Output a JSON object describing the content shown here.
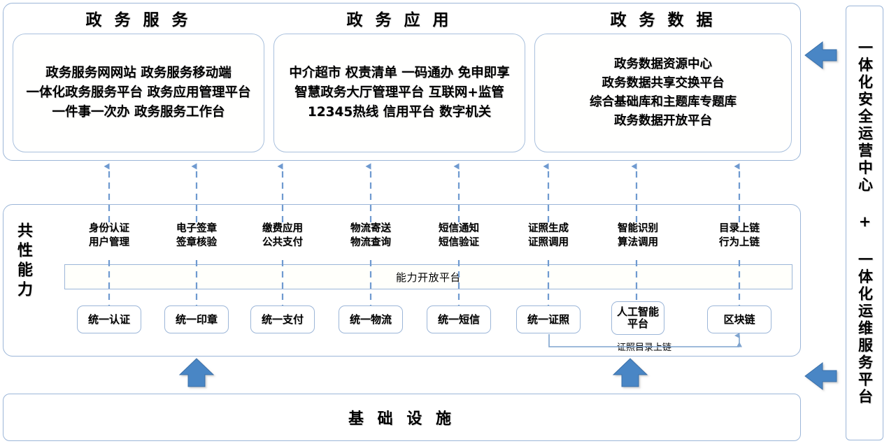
{
  "diagram": {
    "title": "政务一体化平台总体架构",
    "accent": "#4a86c5",
    "line_color": "#9cb6d8",
    "dash_color": "#6f9ad0"
  },
  "pillars": [
    {
      "title": "政 务 服 务",
      "lines": [
        "政务服务网网站 政务服务移动端",
        "一体化政务服务平台 政务应用管理平台",
        "一件事一次办 政务服务工作台"
      ]
    },
    {
      "title": "政 务 应 用",
      "lines": [
        "中介超市 权责清单 一码通办 免申即享",
        "智慧政务大厅管理平台 互联网+监管",
        "12345热线 信用平台 数字机关"
      ]
    },
    {
      "title": "政 务 数 据",
      "lines": [
        "政务数据资源中心",
        "政务数据共享交换平台",
        "综合基础库和主题库专题库",
        "政务数据开放平台"
      ]
    }
  ],
  "capability_layer": {
    "side_label": "共性能力",
    "band_label": "能力开放平台",
    "columns": [
      {
        "caption": [
          "身份认证",
          "用户管理"
        ],
        "chip": "统一认证"
      },
      {
        "caption": [
          "电子签章",
          "签章核验"
        ],
        "chip": "统一印章"
      },
      {
        "caption": [
          "缴费应用",
          "公共支付"
        ],
        "chip": "统一支付"
      },
      {
        "caption": [
          "物流寄送",
          "物流查询"
        ],
        "chip": "统一物流"
      },
      {
        "caption": [
          "短信通知",
          "短信验证"
        ],
        "chip": "统一短信"
      },
      {
        "caption": [
          "证照生成",
          "证照调用"
        ],
        "chip": "统一证照"
      },
      {
        "caption": [
          "智能识别",
          "算法调用"
        ],
        "chip": "人工智能平台"
      },
      {
        "caption": [
          "目录上链",
          "行为上链"
        ],
        "chip": "区块链"
      }
    ],
    "connector_label": "证照目录上链"
  },
  "infrastructure": {
    "label": "基 础 设 施"
  },
  "side_panel": {
    "label": "一体化安全运营中心 + 一体化运维服务平台"
  },
  "icons": {
    "up_arrow": "up-arrow-icon",
    "left_arrow": "left-arrow-icon",
    "dashed_up_arrow": "dashed-up-arrow-icon"
  }
}
